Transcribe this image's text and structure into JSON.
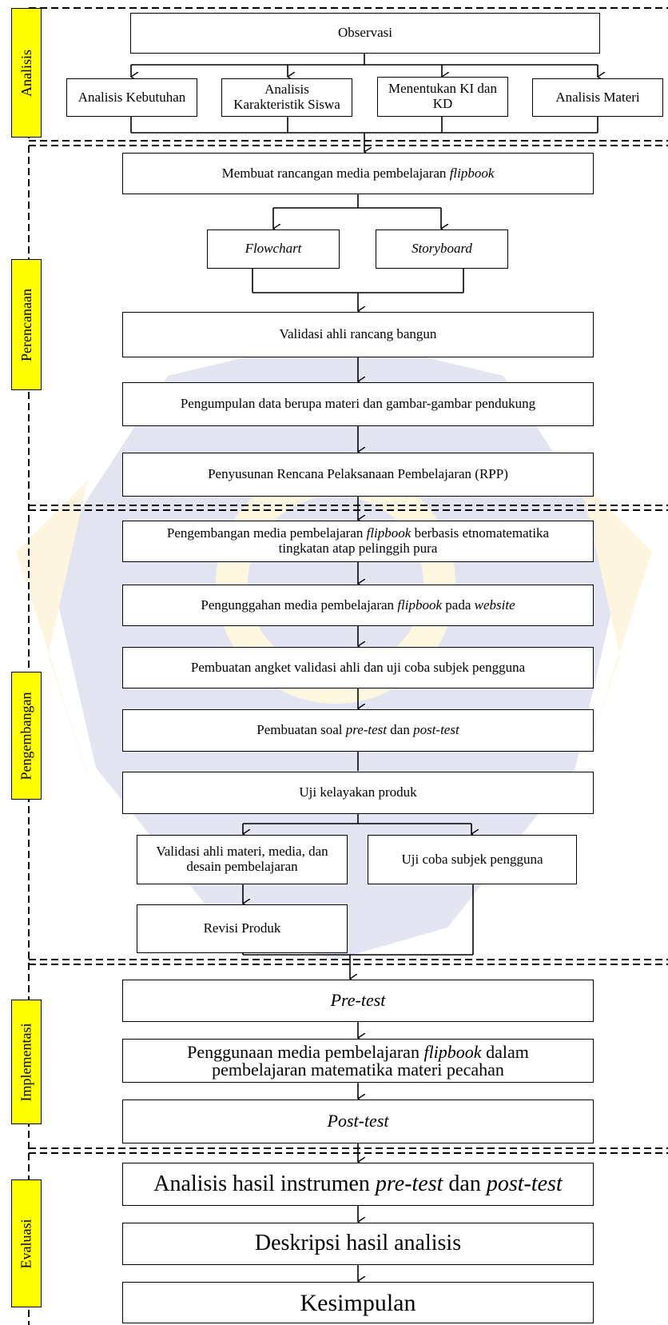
{
  "stages": {
    "analisis": "Analisis",
    "perencanaan": "Perencanaan",
    "pengembangan": "Pengembangan",
    "implementasi": "Implementasi",
    "evaluasi": "Evaluasi"
  },
  "analisis": {
    "observasi": "Observasi",
    "kebutuhan": "Analisis Kebutuhan",
    "karakteristik_1": "Analisis",
    "karakteristik_2": "Karakteristik Siswa",
    "ki_kd_1": "Menentukan KI dan",
    "ki_kd_2": "KD",
    "materi": "Analisis Materi"
  },
  "perencanaan": {
    "rancangan_pre": "Membuat rancangan media pembelajaran ",
    "rancangan_em": "flipbook",
    "flowchart": "Flowchart",
    "storyboard": "Storyboard",
    "validasi_rancang": "Validasi ahli rancang bangun",
    "pengumpulan": "Pengumpulan data berupa materi dan gambar-gambar pendukung",
    "rpp": "Penyusunan Rencana Pelaksanaan Pembelajaran (RPP)"
  },
  "pengembangan": {
    "media_1_pre": "Pengembangan media pembelajaran ",
    "media_1_em": "flipbook",
    "media_1_post": " berbasis etnomatematika",
    "media_2": "tingkatan atap pelinggih pura",
    "unggah_pre": "Pengunggahan media pembelajaran ",
    "unggah_em1": "flipbook",
    "unggah_mid": " pada ",
    "unggah_em2": "website",
    "angket": "Pembuatan angket validasi ahli dan uji coba subjek pengguna",
    "soal_pre": "Pembuatan soal ",
    "soal_em1": "pre-test",
    "soal_mid": " dan ",
    "soal_em2": "post-test",
    "kelayakan": "Uji kelayakan produk",
    "validasi_ahli_1": "Validasi ahli materi, media, dan",
    "validasi_ahli_2": "desain pembelajaran",
    "uji_coba": "Uji coba subjek pengguna",
    "revisi": "Revisi Produk"
  },
  "implementasi": {
    "pretest": "Pre-test",
    "penggunaan_1_pre": "Penggunaan media pembelajaran ",
    "penggunaan_1_em": "flipbook",
    "penggunaan_1_post": " dalam",
    "penggunaan_2": "pembelajaran matematika materi pecahan",
    "posttest": "Post-test"
  },
  "evaluasi": {
    "analisis_pre": "Analisis hasil instrumen ",
    "analisis_em1": "pre-test",
    "analisis_mid": " dan ",
    "analisis_em2": "post-test",
    "deskripsi": "Deskripsi hasil analisis",
    "kesimpulan": "Kesimpulan"
  }
}
